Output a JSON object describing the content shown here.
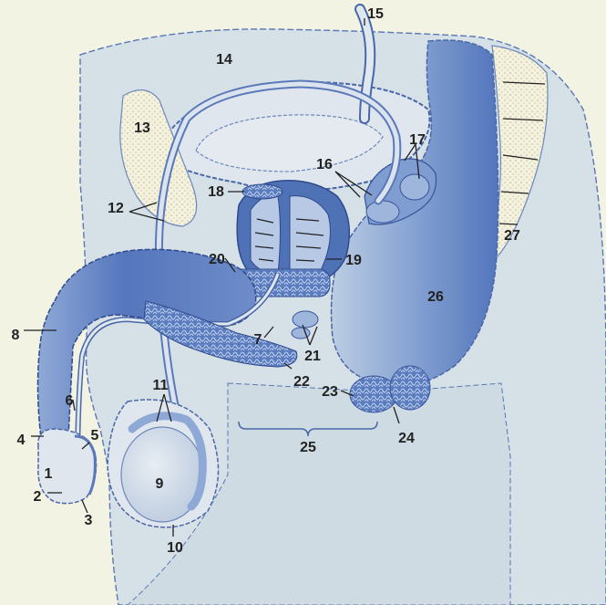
{
  "labels": [
    "1",
    "2",
    "3",
    "4",
    "5",
    "6",
    "7",
    "8",
    "9",
    "10",
    "11",
    "12",
    "13",
    "14",
    "15",
    "16",
    "17",
    "18",
    "19",
    "20",
    "21",
    "22",
    "23",
    "24",
    "25",
    "26",
    "27"
  ],
  "colors": {
    "background": "#f2f3e3",
    "tissue": "#d3dee5",
    "tissue_dark": "#9ab5d0",
    "organ": "#7d9ccd",
    "organ_deep": "#4f71b6",
    "outline": "#4a67a8",
    "label": "#222222"
  }
}
